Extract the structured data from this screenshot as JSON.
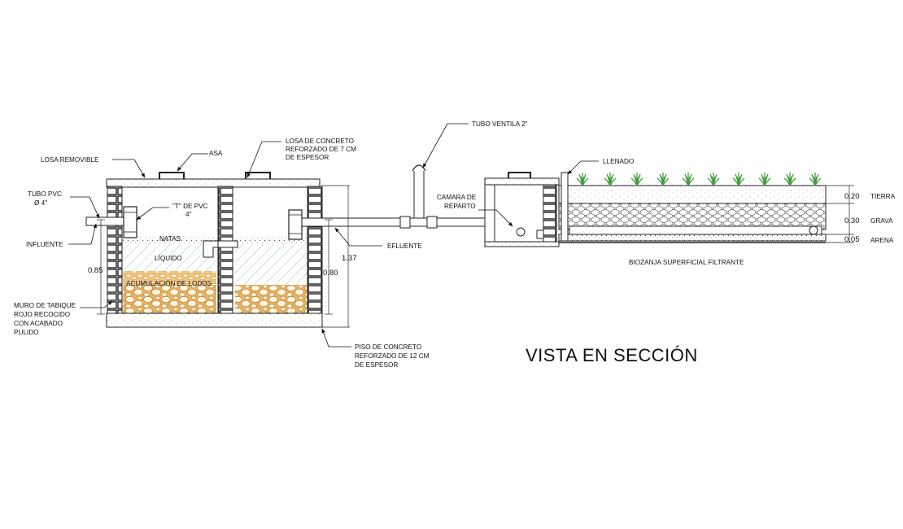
{
  "title": "VISTA EN SECCIÓN",
  "labels": {
    "losa_removible": "LOSA REMOVIBLE",
    "asa": "ASA",
    "losa_concreto": [
      "LOSA DE CONCRETO",
      "REFORZADO DE 7 CM",
      "DE ESPESOR"
    ],
    "tubo_pvc": [
      "TUBO PVC",
      "Ø  4\""
    ],
    "t_pvc": [
      "\"T\" DE PVC",
      "4\""
    ],
    "influente": "INFLUENTE",
    "natas": "NATAS",
    "liquido": "LÍQUIDO",
    "acumulacion": "ACUMULACIÓN DE LODOS",
    "muro": [
      "MURO DE TABIQUE",
      "ROJO RECOCIDO",
      "CON ACABADO",
      "PULIDO"
    ],
    "piso": [
      "PISO DE CONCRETO",
      "REFORZADO DE 12 CM",
      "DE ESPESOR"
    ],
    "tubo_ventila": "TUBO VENTILA 2\"",
    "efluente": "EFLUENTE",
    "camara": [
      "CAMARA DE",
      "REPARTO"
    ],
    "llenado": "LLENADO",
    "biozanja": "BIOZANJA SUPERFICIAL FILTRANTE",
    "tierra": "TIERRA",
    "grava": "GRAVA",
    "arena": "ARENA"
  },
  "dimensions": {
    "d085": "0.85",
    "d137": "1.37",
    "d080": "0.80",
    "d020": "0.20",
    "d030": "0.30",
    "d005": "0.05"
  }
}
